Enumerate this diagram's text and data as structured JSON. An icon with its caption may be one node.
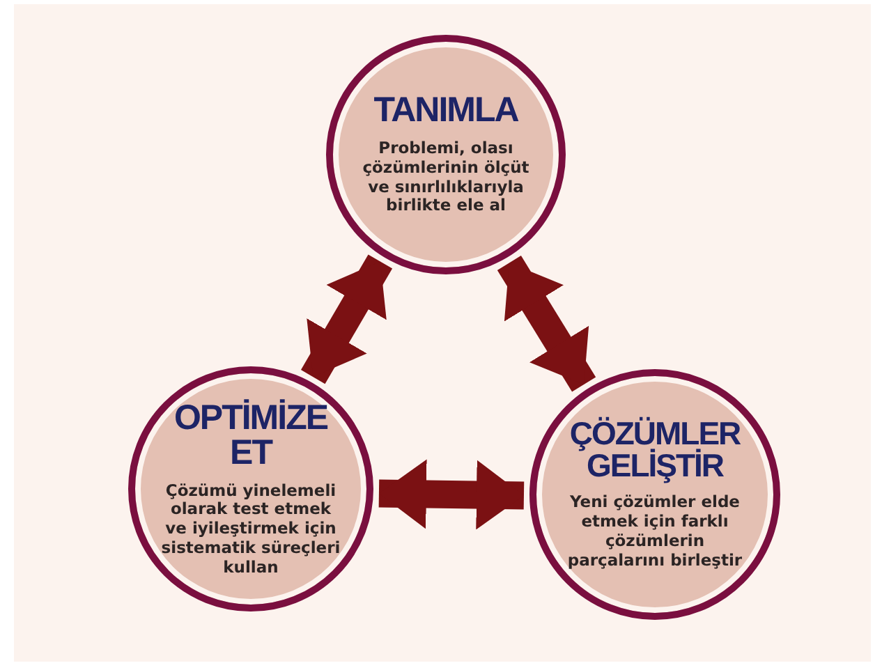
{
  "diagram": {
    "nodes": [
      {
        "text": [
          "TANIMLA",
          "Problemi, olası çözümlerinin ölçüt ve sınırlılıklarıyla birlikte ele al"
        ]
      },
      {
        "text": [
          "OPTİMİZE ET",
          "Çözümü yinelemeli olarak test etmek ve iyileştirmek için sistematik süreçleri kullan"
        ]
      },
      {
        "text": [
          "ÇÖZÜMLER GELİŞTİR",
          "Yeni çözümler elde etmek için farklı çözümlerin parçalarını birleştir"
        ]
      }
    ],
    "edges": [
      {
        "from": 0,
        "to": 1,
        "arrow": "both"
      },
      {
        "from": 0,
        "to": 2,
        "arrow": "both"
      },
      {
        "from": 1,
        "to": 2,
        "arrow": "both"
      }
    ]
  }
}
